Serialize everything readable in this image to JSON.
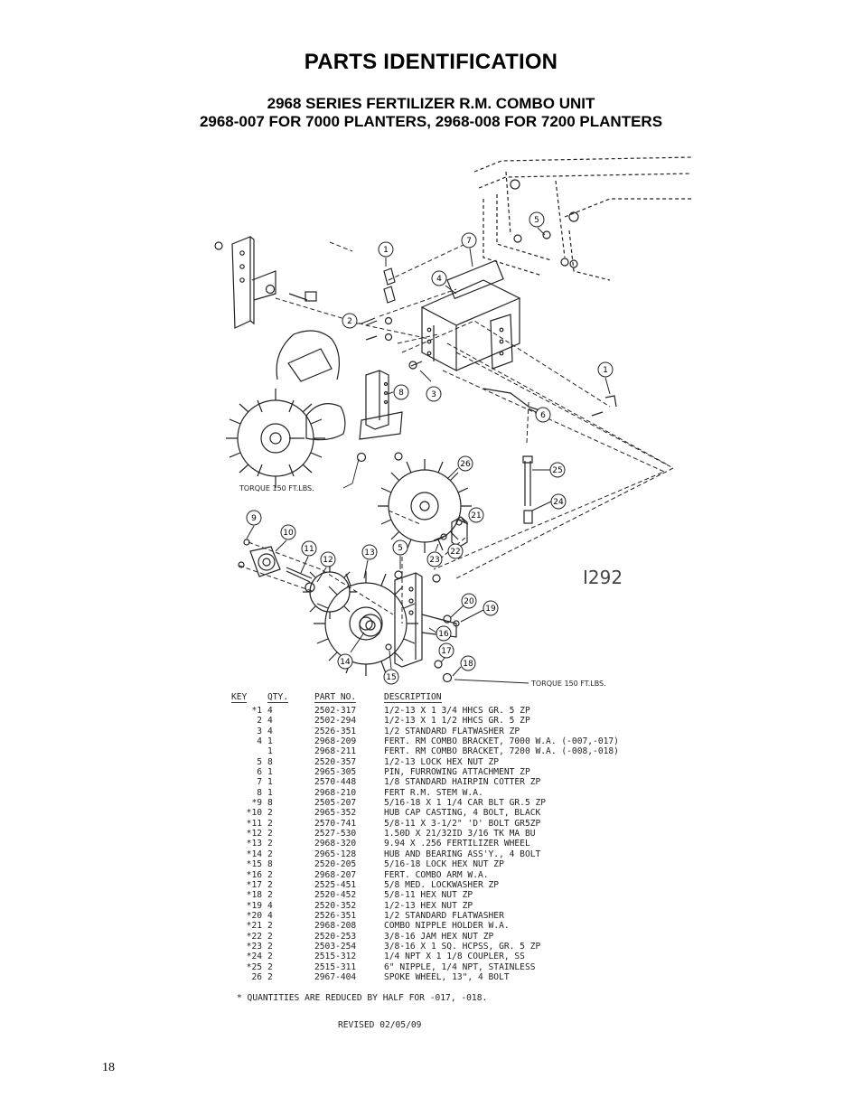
{
  "page": {
    "title": "PARTS IDENTIFICATION",
    "subtitle_1": "2968 SERIES FERTILIZER R.M. COMBO UNIT",
    "subtitle_2": "2968-007 FOR 7000 PLANTERS, 2968-008 FOR 7200 PLANTERS",
    "page_number": "18"
  },
  "diagram": {
    "drawing_id": "I292",
    "torque_label_left": "TORQUE 150 FT.LBS.",
    "torque_label_right": "TORQUE 150 FT.LBS.",
    "callouts": [
      "1",
      "2",
      "3",
      "4",
      "5",
      "6",
      "7",
      "8",
      "9",
      "10",
      "11",
      "12",
      "13",
      "14",
      "15",
      "16",
      "17",
      "18",
      "19",
      "20",
      "21",
      "22",
      "23",
      "24",
      "25",
      "26",
      "1",
      "5"
    ]
  },
  "parts_table": {
    "headers": {
      "key": "KEY",
      "qty": "QTY.",
      "part_no": "PART NO.",
      "description": "DESCRIPTION"
    },
    "rows": [
      {
        "key": "*1",
        "qty": "4",
        "part_no": "2502-317",
        "description": "1/2-13 X 1 3/4 HHCS GR. 5 ZP"
      },
      {
        "key": "2",
        "qty": "4",
        "part_no": "2502-294",
        "description": "1/2-13 X 1 1/2 HHCS GR. 5 ZP"
      },
      {
        "key": "3",
        "qty": "4",
        "part_no": "2526-351",
        "description": "1/2 STANDARD FLATWASHER ZP"
      },
      {
        "key": "4",
        "qty": "1",
        "part_no": "2968-209",
        "description": "FERT. RM COMBO BRACKET, 7000 W.A. (-007,-017)"
      },
      {
        "key": "",
        "qty": "1",
        "part_no": "2968-211",
        "description": "FERT. RM COMBO BRACKET, 7200 W.A. (-008,-018)"
      },
      {
        "key": "5",
        "qty": "8",
        "part_no": "2520-357",
        "description": "1/2-13 LOCK HEX NUT ZP"
      },
      {
        "key": "6",
        "qty": "1",
        "part_no": "2965-305",
        "description": "PIN, FURROWING ATTACHMENT ZP"
      },
      {
        "key": "7",
        "qty": "1",
        "part_no": "2570-448",
        "description": "1/8 STANDARD HAIRPIN COTTER ZP"
      },
      {
        "key": "8",
        "qty": "1",
        "part_no": "2968-210",
        "description": "FERT R.M. STEM W.A."
      },
      {
        "key": "*9",
        "qty": "8",
        "part_no": "2505-207",
        "description": "5/16-18 X 1 1/4 CAR BLT GR.5 ZP"
      },
      {
        "key": "*10",
        "qty": "2",
        "part_no": "2965-352",
        "description": "HUB CAP CASTING, 4 BOLT, BLACK"
      },
      {
        "key": "*11",
        "qty": "2",
        "part_no": "2570-741",
        "description": "5/8-11 X 3-1/2\" 'D' BOLT GR5ZP"
      },
      {
        "key": "*12",
        "qty": "2",
        "part_no": "2527-530",
        "description": "1.50D X 21/32ID 3/16 TK MA BU"
      },
      {
        "key": "*13",
        "qty": "2",
        "part_no": "2968-320",
        "description": "9.94 X .256 FERTILIZER WHEEL"
      },
      {
        "key": "*14",
        "qty": "2",
        "part_no": "2965-128",
        "description": "HUB AND BEARING ASS'Y., 4 BOLT"
      },
      {
        "key": "*15",
        "qty": "8",
        "part_no": "2520-205",
        "description": "5/16-18 LOCK HEX NUT ZP"
      },
      {
        "key": "*16",
        "qty": "2",
        "part_no": "2968-207",
        "description": "FERT. COMBO ARM W.A."
      },
      {
        "key": "*17",
        "qty": "2",
        "part_no": "2525-451",
        "description": "5/8 MED. LOCKWASHER ZP"
      },
      {
        "key": "*18",
        "qty": "2",
        "part_no": "2520-452",
        "description": "5/8-11 HEX NUT ZP"
      },
      {
        "key": "*19",
        "qty": "4",
        "part_no": "2520-352",
        "description": "1/2-13 HEX NUT ZP"
      },
      {
        "key": "*20",
        "qty": "4",
        "part_no": "2526-351",
        "description": "1/2 STANDARD FLATWASHER"
      },
      {
        "key": "*21",
        "qty": "2",
        "part_no": "2968-208",
        "description": "COMBO NIPPLE HOLDER W.A."
      },
      {
        "key": "*22",
        "qty": "2",
        "part_no": "2520-253",
        "description": "3/8-16 JAM HEX NUT ZP"
      },
      {
        "key": "*23",
        "qty": "2",
        "part_no": "2503-254",
        "description": "3/8-16 X 1 SQ. HCPSS, GR. 5 ZP"
      },
      {
        "key": "*24",
        "qty": "2",
        "part_no": "2515-312",
        "description": "1/4 NPT X 1 1/8 COUPLER, SS"
      },
      {
        "key": "*25",
        "qty": "2",
        "part_no": "2515-311",
        "description": "6\" NIPPLE, 1/4 NPT, STAINLESS"
      },
      {
        "key": "26",
        "qty": "2",
        "part_no": "2967-404",
        "description": "SPOKE WHEEL, 13\", 4 BOLT"
      }
    ],
    "footnote": "*  QUANTITIES ARE REDUCED BY HALF FOR -017, -018.",
    "revised": "REVISED 02/05/09"
  }
}
